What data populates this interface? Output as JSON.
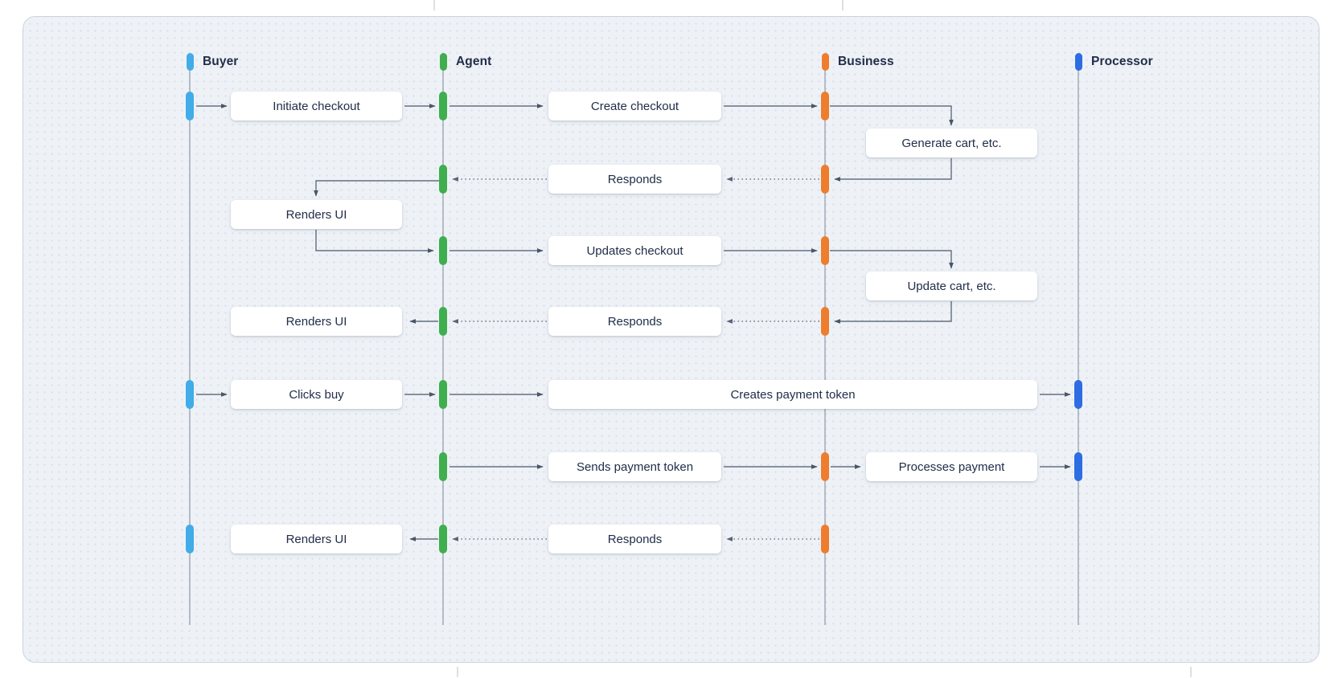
{
  "page": {
    "background": "#ffffff"
  },
  "diagram": {
    "type": "sequence-diagram",
    "actors": [
      {
        "id": "buyer",
        "label": "Buyer",
        "color": "#42ace8"
      },
      {
        "id": "agent",
        "label": "Agent",
        "color": "#3fae4f"
      },
      {
        "id": "business",
        "label": "Business",
        "color": "#ee7d2d"
      },
      {
        "id": "processor",
        "label": "Processor",
        "color": "#2d6ce3"
      }
    ],
    "messages": [
      {
        "label": "Initiate checkout",
        "from": "buyer",
        "to": "agent",
        "line": "solid"
      },
      {
        "label": "Create checkout",
        "from": "agent",
        "to": "business",
        "line": "solid"
      },
      {
        "label": "Generate cart, etc.",
        "from": "business",
        "to": "business",
        "line": "self"
      },
      {
        "label": "Responds",
        "from": "business",
        "to": "agent",
        "line": "dotted"
      },
      {
        "label": "Renders UI",
        "from": "agent",
        "to": "buyer",
        "line": "self"
      },
      {
        "label": "Updates checkout",
        "from": "agent",
        "to": "business",
        "line": "solid"
      },
      {
        "label": "Update cart, etc.",
        "from": "business",
        "to": "business",
        "line": "self"
      },
      {
        "label": "Responds",
        "from": "business",
        "to": "agent",
        "line": "dotted"
      },
      {
        "label": "Renders UI",
        "from": "agent",
        "to": "buyer",
        "line": "solid"
      },
      {
        "label": "Clicks buy",
        "from": "buyer",
        "to": "agent",
        "line": "solid"
      },
      {
        "label": "Creates payment token",
        "from": "agent",
        "to": "processor",
        "line": "solid"
      },
      {
        "label": "Sends payment token",
        "from": "agent",
        "to": "business",
        "line": "solid"
      },
      {
        "label": "Processes payment",
        "from": "business",
        "to": "processor",
        "line": "solid"
      },
      {
        "label": "Renders UI",
        "from": "agent",
        "to": "buyer",
        "line": "solid"
      },
      {
        "label": "Responds",
        "from": "business",
        "to": "agent",
        "line": "dotted"
      }
    ],
    "colors": {
      "canvas_bg": "#eef2f7",
      "canvas_border": "#c9d3df",
      "dot_grid": "#d8e0ea",
      "lifeline": "#96a0ac",
      "arrow": "#4a5668",
      "box_bg": "#ffffff",
      "text": "#212e49"
    }
  }
}
